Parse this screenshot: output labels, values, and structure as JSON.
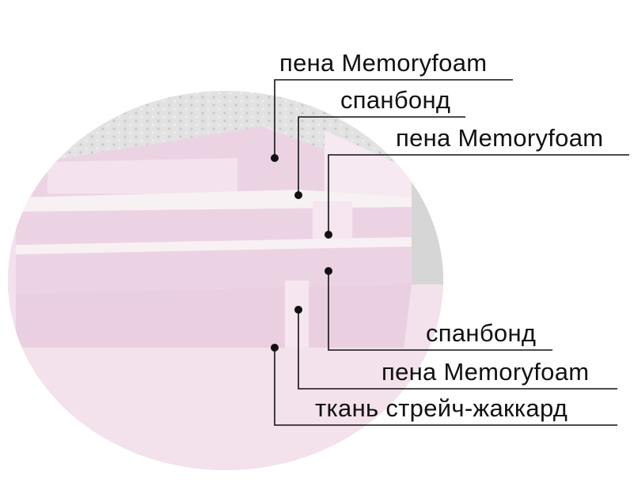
{
  "labels": [
    "пена Memoryfoam",
    "спанбонд",
    "пена Memoryfoam",
    "спанбонд",
    "пена Memoryfoam",
    "ткань стрейч-жаккард"
  ],
  "colors": {
    "foam": "#f2dcea",
    "foam_dark": "#e6c9dc",
    "cover": "#dcdcdc",
    "spunbond": "#f7f1f3",
    "line": "#111111"
  }
}
